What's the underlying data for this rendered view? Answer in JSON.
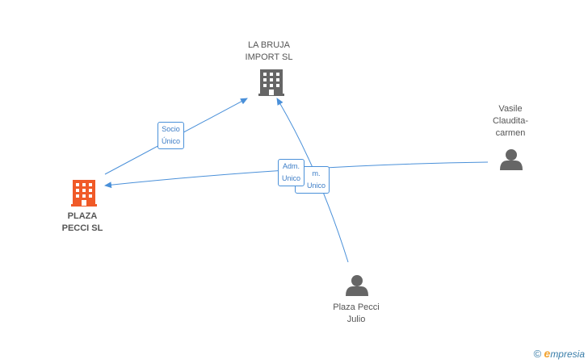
{
  "nodes": {
    "plaza_pecci_sl": {
      "line1": "PLAZA",
      "line2": "PECCI SL"
    },
    "la_bruja": {
      "line1": "LA BRUJA",
      "line2": "IMPORT SL"
    },
    "vasile": {
      "line1": "Vasile",
      "line2": "Claudita-",
      "line3": "carmen"
    },
    "plaza_pecci_julio": {
      "line1": "Plaza Pecci",
      "line2": "Julio"
    }
  },
  "edges": {
    "socio_unico": {
      "line1": "Socio",
      "line2": "Único"
    },
    "adm_unico_front": {
      "line1": "Adm.",
      "line2": "Unico"
    },
    "adm_unico_back": {
      "line1": "m.",
      "line2": "Unico"
    }
  },
  "colors": {
    "edge": "#4a90d9",
    "company_main": "#f05a28",
    "company": "#666666",
    "person": "#666666"
  },
  "footer": {
    "copyright": "©",
    "brand_initial": "e",
    "brand_rest": "mpresia"
  }
}
